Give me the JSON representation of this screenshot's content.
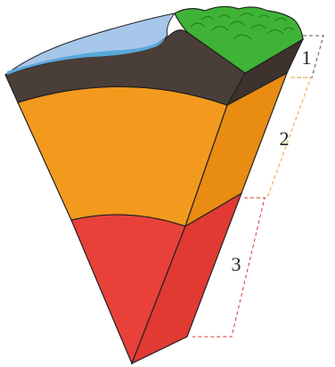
{
  "diagram": {
    "labels": [
      {
        "id": "crust",
        "text": "1"
      },
      {
        "id": "mantle",
        "text": "2"
      },
      {
        "id": "core",
        "text": "3"
      }
    ]
  },
  "colors": {
    "crust": "#4a3e38",
    "crust_dark": "#3d322d",
    "mantle": "#f39a1e",
    "mantle_dark": "#e88c12",
    "core": "#e8413a",
    "core_dark": "#e03a33",
    "ocean": "#5aa8dd",
    "ocean_top": "#a6c6ea",
    "land": "#3fb335",
    "bracket_crust": "#555555",
    "bracket_mantle": "#f0a030",
    "bracket_core": "#d83838"
  }
}
